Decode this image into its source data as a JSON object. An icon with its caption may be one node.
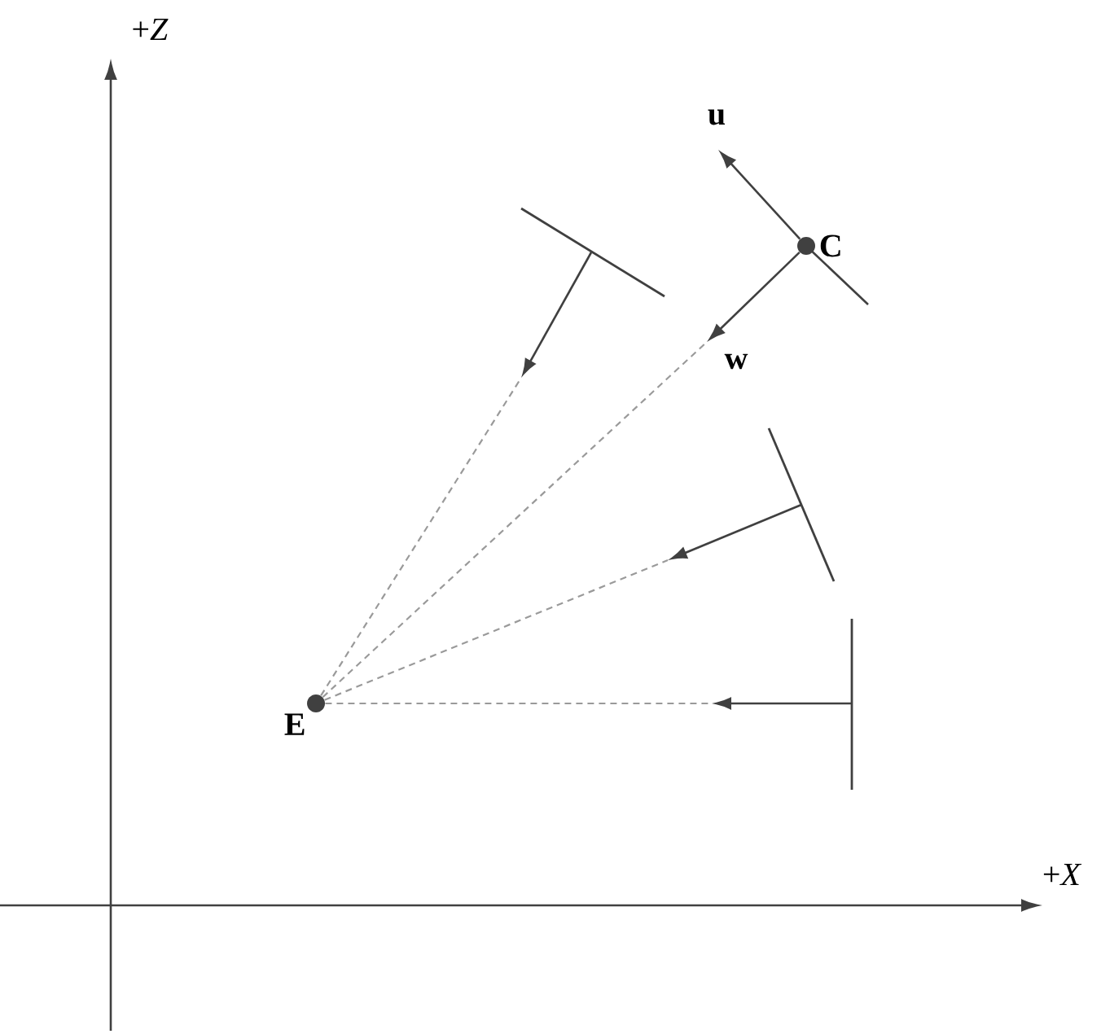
{
  "diagram": {
    "nodes": [
      {
        "text": [
          "E"
        ]
      },
      {
        "text": [
          "C"
        ]
      },
      {
        "text": [],
        "shape": "bar"
      },
      {
        "text": [],
        "shape": "bar"
      },
      {
        "text": [],
        "shape": "bar"
      }
    ],
    "edges": [
      {
        "from": 2,
        "to": null,
        "arrow": "to"
      },
      {
        "from": 3,
        "to": null,
        "arrow": "to"
      },
      {
        "from": 4,
        "to": null,
        "arrow": "to"
      },
      {
        "from": 1,
        "to": null,
        "arrow": "to",
        "label": "w"
      },
      {
        "from": 1,
        "to": null,
        "arrow": "to",
        "label": "u"
      },
      {
        "from": 0,
        "to": null,
        "arrow": "none",
        "style": "dashed",
        "color": "#9a9a9a"
      },
      {
        "from": 0,
        "to": null,
        "arrow": "none",
        "style": "dashed",
        "color": "#9a9a9a"
      },
      {
        "from": 0,
        "to": null,
        "arrow": "none",
        "style": "dashed",
        "color": "#9a9a9a"
      },
      {
        "from": 0,
        "to": null,
        "arrow": "none",
        "style": "dashed",
        "color": "#9a9a9a"
      }
    ],
    "labels": [
      "+*Z*",
      "+*X*"
    ]
  }
}
